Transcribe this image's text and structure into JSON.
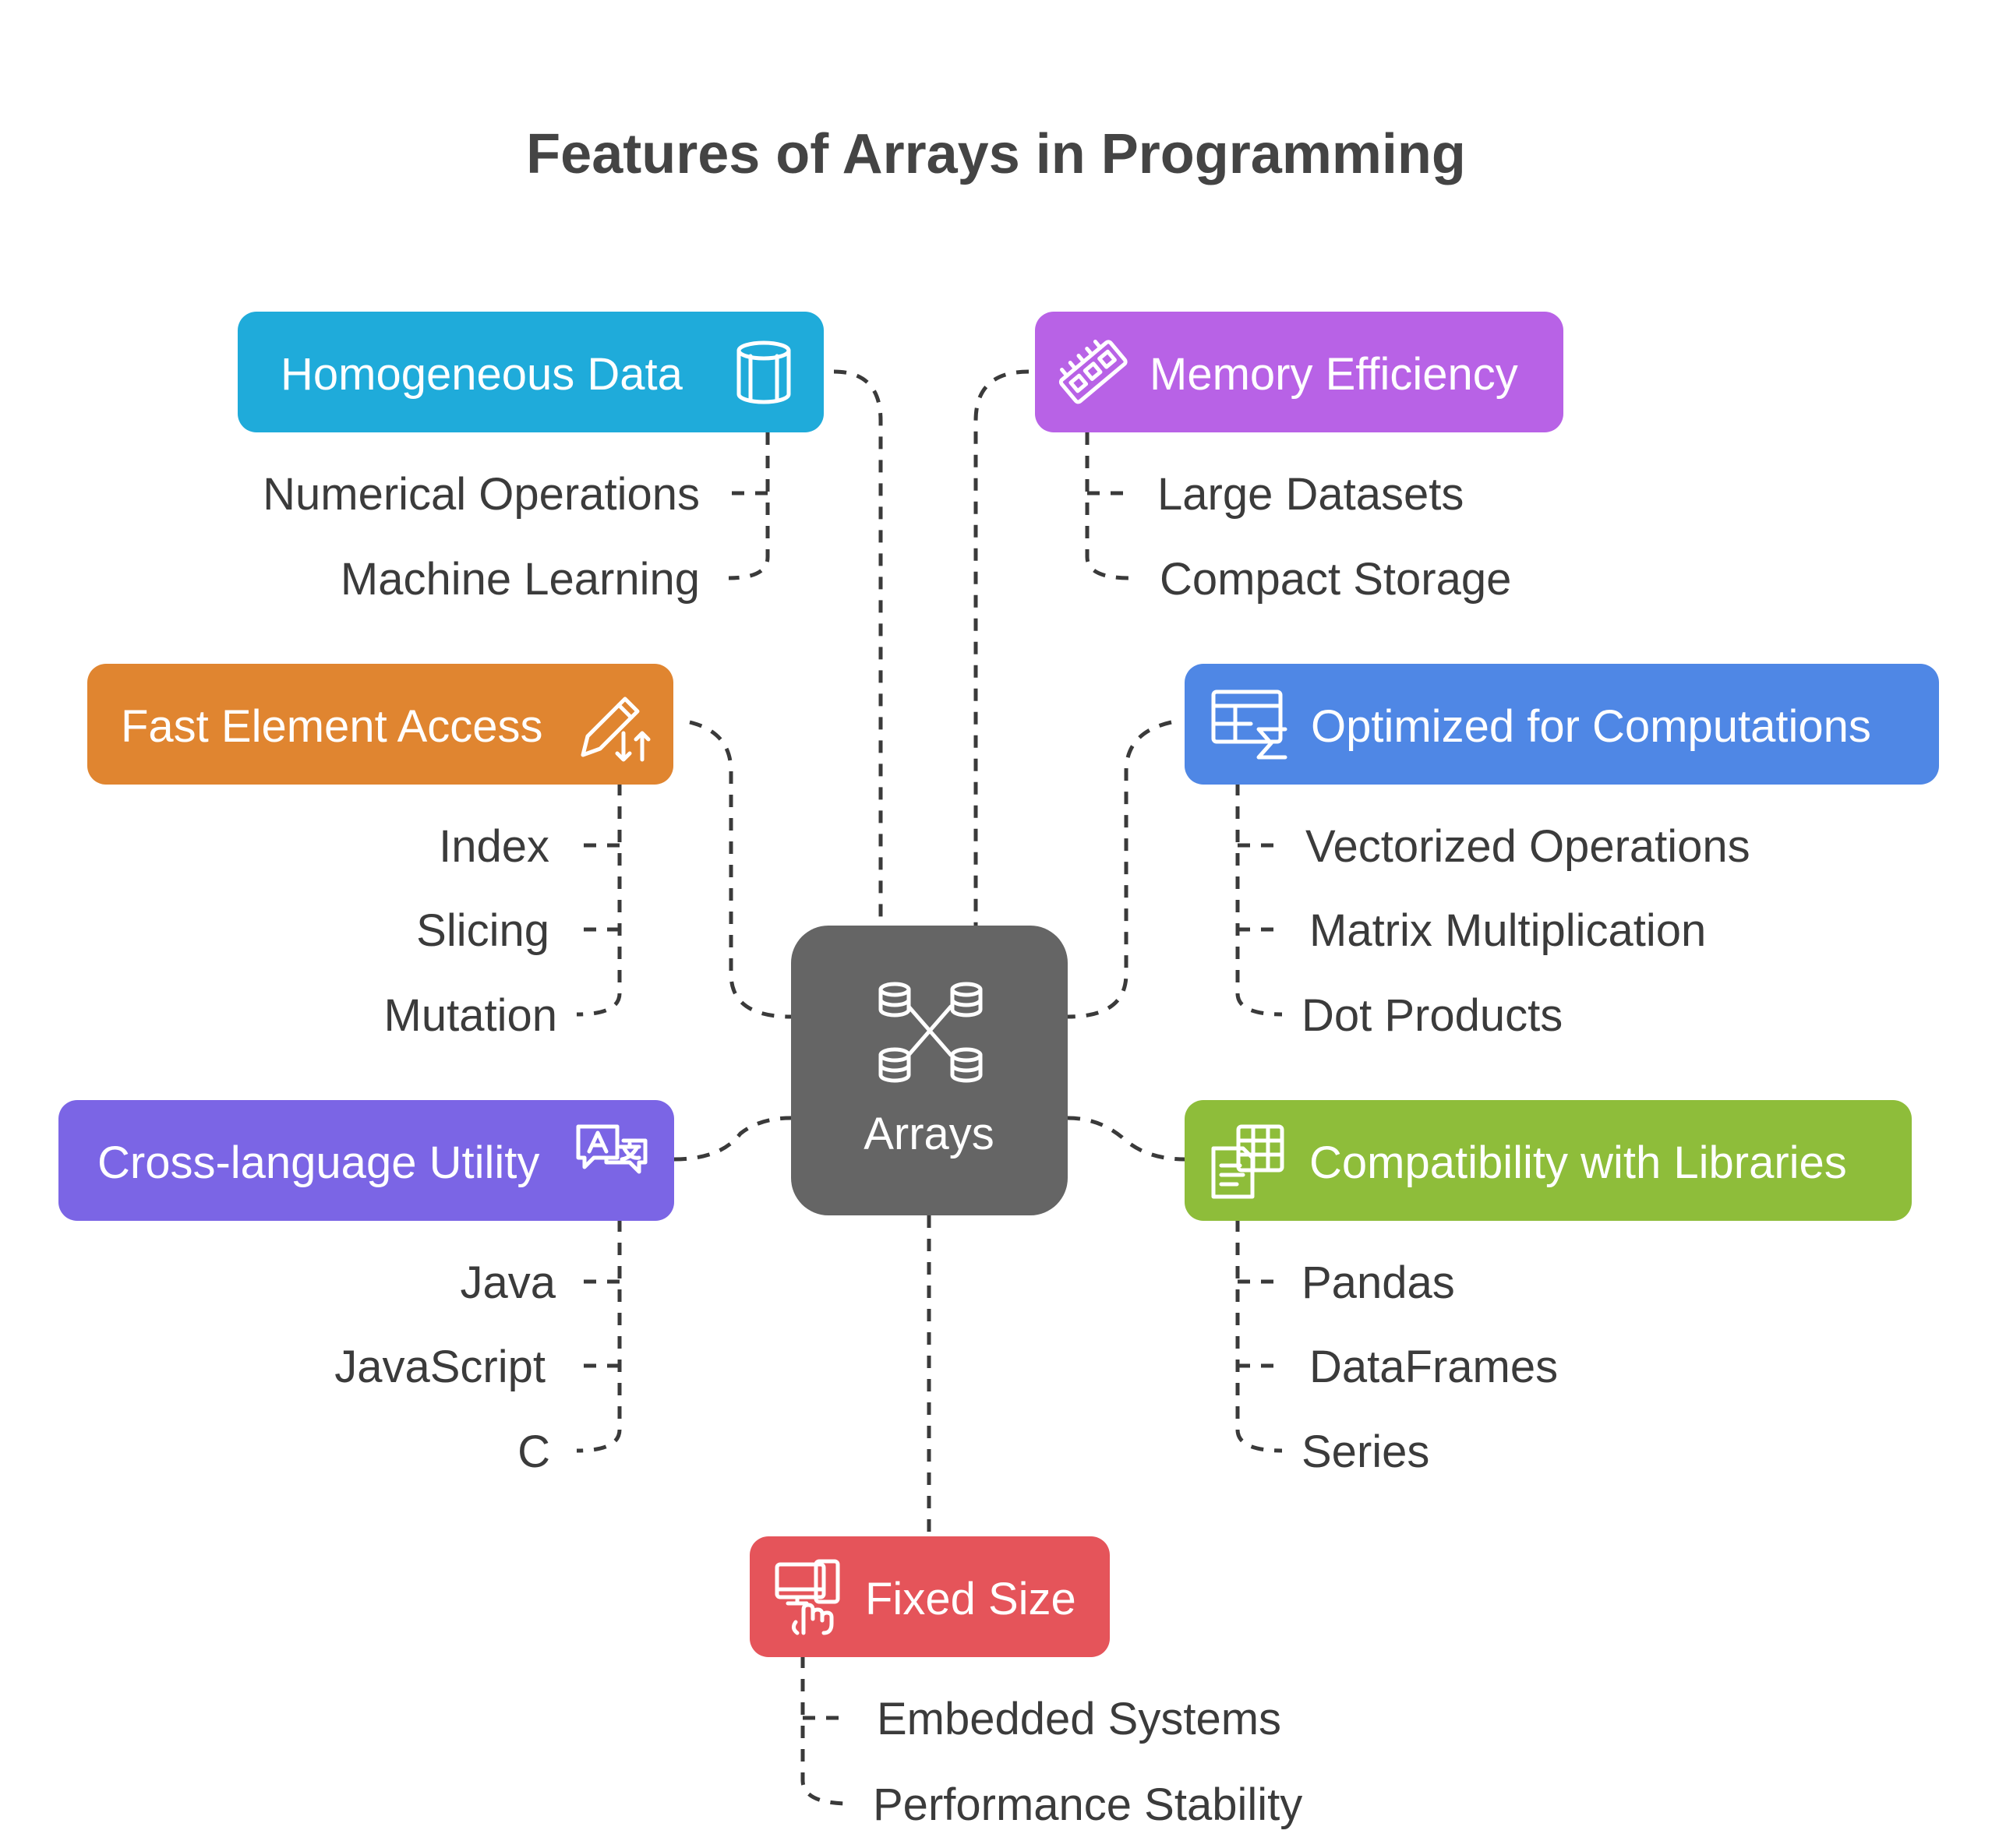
{
  "title": "Features of Arrays in Programming",
  "center": {
    "label": "Arrays",
    "color": "#656565",
    "icon": "database-network-icon"
  },
  "features": [
    {
      "id": "homogeneous",
      "label": "Homogeneous Data",
      "color": "#1FABDA",
      "icon": "cylinder-icon",
      "items": [
        "Numerical Operations",
        "Machine Learning"
      ]
    },
    {
      "id": "memory",
      "label": "Memory Efficiency",
      "color": "#B862E6",
      "icon": "memory-chip-icon",
      "items": [
        "Large Datasets",
        "Compact Storage"
      ]
    },
    {
      "id": "fast-access",
      "label": "Fast Element Access",
      "color": "#E08530",
      "icon": "pencil-sort-icon",
      "items": [
        "Index",
        "Slicing",
        "Mutation"
      ]
    },
    {
      "id": "optimized",
      "label": "Optimized for Computations",
      "color": "#4F87E5",
      "icon": "table-sum-icon",
      "items": [
        "Vectorized Operations",
        "Matrix Multiplication",
        "Dot Products"
      ]
    },
    {
      "id": "cross-language",
      "label": "Cross-language Utility",
      "color": "#7B65E5",
      "icon": "translate-icon",
      "items": [
        "Java",
        "JavaScript",
        "C"
      ]
    },
    {
      "id": "compatibility",
      "label": "Compatibility with Libraries",
      "color": "#8EBD3A",
      "icon": "spreadsheet-document-icon",
      "items": [
        "Pandas",
        "DataFrames",
        "Series"
      ]
    },
    {
      "id": "fixed-size",
      "label": "Fixed Size",
      "color": "#E5545A",
      "icon": "devices-hand-icon",
      "items": [
        "Embedded Systems",
        "Performance Stability"
      ]
    }
  ]
}
